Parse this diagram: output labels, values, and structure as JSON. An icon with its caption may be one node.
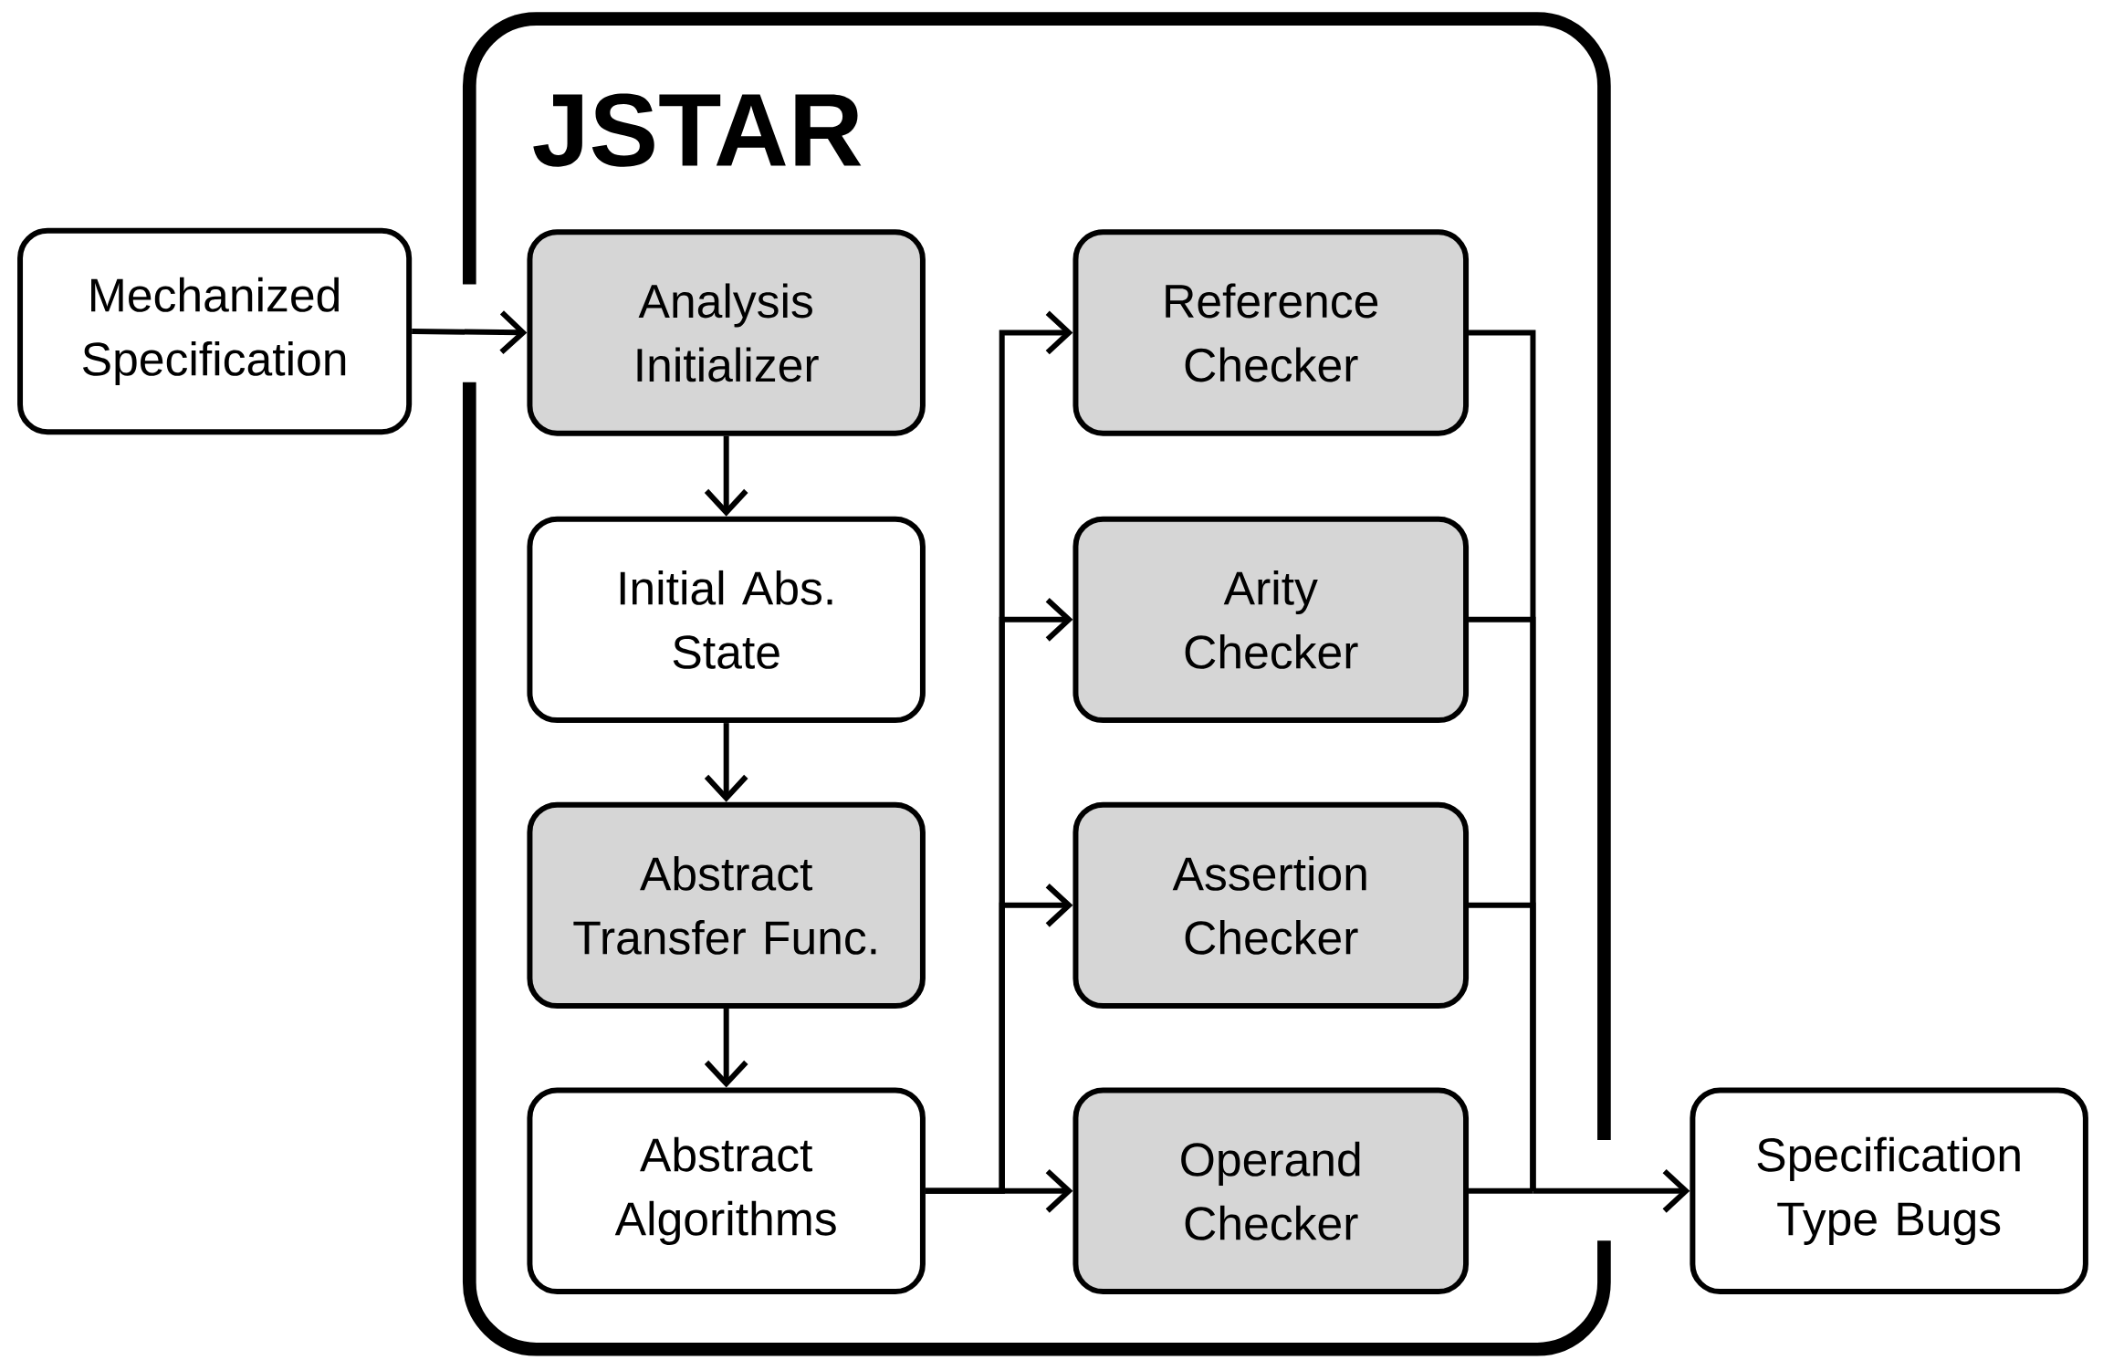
{
  "diagram": {
    "nodes": [
      {
        "text": [
          "Mechanized Specification"
        ]
      },
      {
        "text": [
          "JSTAR"
        ]
      },
      {
        "text": [
          "Analysis Initializer"
        ],
        "in": 1
      },
      {
        "text": [
          "Initial Abs. State"
        ],
        "in": 1
      },
      {
        "text": [
          "Abstract Transfer Func."
        ],
        "in": 1
      },
      {
        "text": [
          "Abstract Algorithms"
        ],
        "in": 1
      },
      {
        "text": [
          "Reference Checker"
        ],
        "in": 1
      },
      {
        "text": [
          "Arity Checker"
        ],
        "in": 1
      },
      {
        "text": [
          "Assertion Checker"
        ],
        "in": 1
      },
      {
        "text": [
          "Operand Checker"
        ],
        "in": 1
      },
      {
        "text": [
          "Specification Type Bugs"
        ]
      }
    ],
    "edges": [
      {
        "from": 0,
        "to": 2,
        "arrow": "to"
      },
      {
        "from": 2,
        "to": 3,
        "arrow": "to"
      },
      {
        "from": 3,
        "to": 4,
        "arrow": "to"
      },
      {
        "from": 4,
        "to": 5,
        "arrow": "to"
      },
      {
        "from": 5,
        "to": 6,
        "arrow": "to"
      },
      {
        "from": 5,
        "to": 7,
        "arrow": "to"
      },
      {
        "from": 5,
        "to": 8,
        "arrow": "to"
      },
      {
        "from": 5,
        "to": 9,
        "arrow": "to"
      },
      {
        "from": 6,
        "to": 10,
        "arrow": "to"
      },
      {
        "from": 7,
        "to": 10,
        "arrow": "to"
      },
      {
        "from": 8,
        "to": 10,
        "arrow": "to"
      },
      {
        "from": 9,
        "to": 10,
        "arrow": "to"
      }
    ]
  }
}
